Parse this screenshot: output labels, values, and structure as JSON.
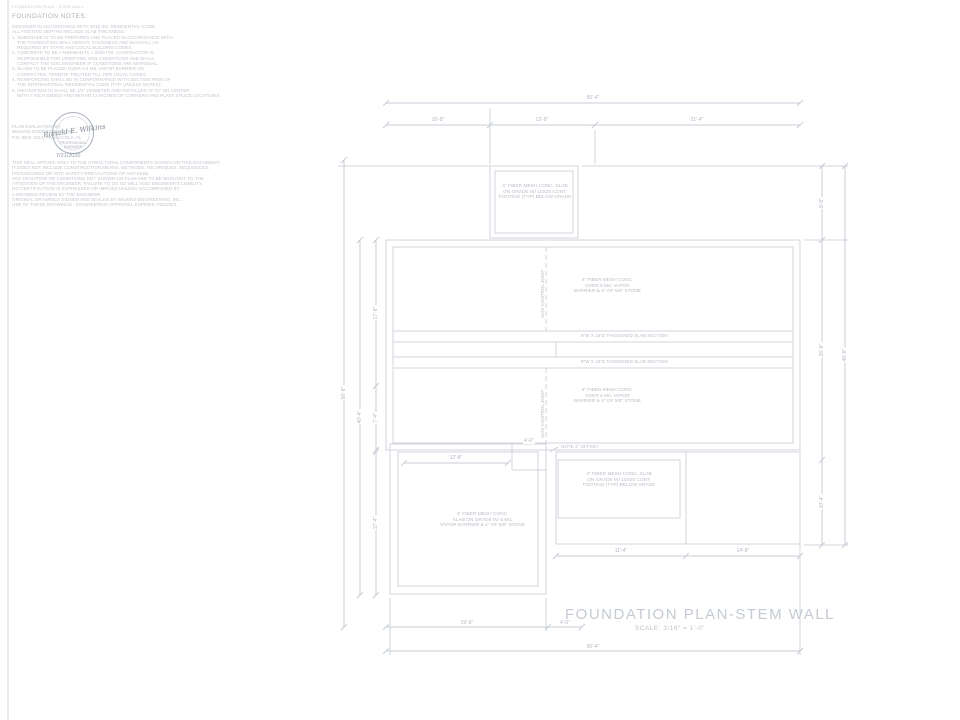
{
  "page": {
    "title": "FOUNDATION PLAN-STEM WALL",
    "scale": "SCALE: 3/16\" = 1'-0\""
  },
  "border_stamp": "FOUNDATION PLAN - STEM WALL",
  "notes": {
    "heading": "FOUNDATION NOTES:",
    "lines": [
      "DESIGNED IN ACCORDANCE WITH 2018 IRC RESIDENTIAL CODE.",
      "ALL FOOTING DEPTHS INCLUDE SLAB THICKNESS.",
      "1. SUBGRADE IS TO BE PREPARED AND PLACED IN ACCORDANCE WITH",
      "    THE FOUNDATION WALL HEIGHT, THICKNESS AND BACKFILL AS",
      "    REQUIRED BY STATE AND LOCAL BUILDING CODES.",
      "2. CONCRETE TO BE A MINIMUM f'c = 2500 PSI. CONTRACTOR IS",
      "    RESPONSIBLE FOR VERIFYING SOIL CONDITIONS AND SHALL",
      "    CONTACT THE SOIL ENGINEER IF CONDITIONS ARE MARGINAL.",
      "3. SLABS TO BE PLACED OVER A 6 MIL VAPOR BARRIER ON",
      "    COMPACTED, TERMITE TREATED FILL PER LOCAL CODES.",
      "4. REINFORCING SHALL BE IN CONFORMANCE WITH SECTION R608 OF",
      "    THE INTERNATIONAL RESIDENTIAL CODE (TYP. UNLESS NOTED).",
      "5. ANCHOR BOLTS SHALL BE 1/2\" DIAMETER AND INSTALLED AT 72\" ON CENTER",
      "    WITH 7 INCH EMBED AND WITHIN 12 INCHES OF CORNERS AND PLATE SPLICE LOCATIONS."
    ]
  },
  "evaluation": {
    "lines": [
      "PLAN EVALUATION BY",
      "WILKINS ENGINEERING, INC.",
      "P.O. BOX 1514, PENSACOLA, FL"
    ],
    "seal": {
      "name": "Ronald E. Wilkins",
      "role": "PROFESSIONAL ENGINEER",
      "date": "7/21/2020"
    },
    "disclaimer_lines": [
      "THIS SEAL APPLIES ONLY TO THE STRUCTURAL COMPONENTS SHOWN ON THIS DOCUMENT.",
      "IT DOES NOT INCLUDE CONSTRUCTION MEANS, METHODS, TECHNIQUES, SEQUENCES,",
      "PROCEDURES OR SITE SAFETY PRECAUTIONS OF ANY KIND.",
      "ANY DEVIATION OR CONDITIONS NOT SHOWN ON PLAN ARE TO BE BROUGHT TO THE",
      "ATTENTION OF THE ENGINEER. FAILURE TO DO SO WILL VOID ENGINEER'S LIABILITY.",
      "NO CERTIFICATION IS EXPRESSED OR IMPLIED UNLESS ACCOMPANIED BY",
      "A DRAWING REVIEW BY THE ENGINEER.",
      "ORIGINAL DRAWINGS SIGNED AND SEALED BY WILKINS ENGINEERING, INC.",
      "USE OF THESE DRAWINGS - ENGINEERING APPROVAL EXPIRES 7/20/2021."
    ]
  },
  "plan": {
    "labels": {
      "top_slab": [
        "4\" FIBER MESH CONC. SLAB",
        "ON GRADE W/ 10X20 CONT.",
        "FOOTING (TYP) BELOW GRADE"
      ],
      "main_slab_upper": [
        "4\" FIBER MESH CONC.",
        "OVER 6 MIL VAPOR",
        "BARRIER & 4\" OF 5/8\" STONE"
      ],
      "main_slab_lower": [
        "4\" FIBER MESH CONC.",
        "OVER 6 MIL VAPOR",
        "BARRIER & 4\" OF 5/8\" STONE"
      ],
      "thickened_1": "8\"W X 16\"D THICKENED SLAB SECTION",
      "thickened_2": "8\"W X 16\"D THICKENED SLAB SECTION",
      "saw_joint_1": "SAW CONTROL JOINT",
      "saw_joint_2": "SAW CONTROL JOINT",
      "offset_note": "NOTE 4\" OFFSET",
      "garage_slab": [
        "4\" FIBER MESH CONC.",
        "SLAB ON GRADE W/ 6 MIL",
        "VAPOR BARRIER & 4\" OF 5/8\" STONE"
      ],
      "right_slab": [
        "4\" FIBER MESH CONC. SLAB",
        "ON GRADE W/ 10X20 CONT.",
        "FOOTING (TYP) BELOW GRADE"
      ]
    },
    "dims": {
      "top_overall": "50'-4\"",
      "top_seg_1": "15'-8\"",
      "top_seg_2": "13'-0\"",
      "top_seg_3": "21'-4\"",
      "left_overall": "56'-8\"",
      "left_seg_1": "40'-4\"",
      "left_seg_2": "17'-8\"",
      "left_seg_3": "7'-4\"",
      "left_seg_4": "17'-4\"",
      "right_overall": "46'-8\"",
      "right_seg_1": "9'-8\"",
      "right_seg_2": "26'-8\"",
      "right_seg_3": "10'-4\"",
      "bottom_seg_1": "19'-8\"",
      "bottom_seg_2": "4'-0\"",
      "bottom_overall": "50'-4\"",
      "porch_seg_1": "11'-4\"",
      "porch_seg_2": "14'-8\"",
      "garage_width": "12'-8\"",
      "notch_width": "4'-0\""
    }
  }
}
